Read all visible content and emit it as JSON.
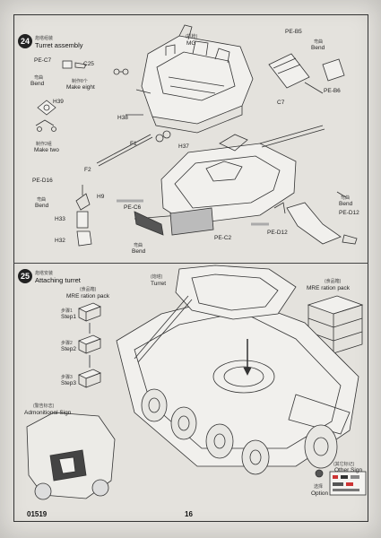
{
  "step24": {
    "number": "24",
    "title_cn": "炮塔组装",
    "title_en": "Turret assembly",
    "labels": {
      "pe_c7": "PE-C7",
      "c25": "C25",
      "bend1_cn": "弯曲",
      "bend1": "Bend",
      "make_eight_cn": "制作8个",
      "make_eight": "Make eight",
      "h39": "H39",
      "make_two_cn": "制作2组",
      "make_two": "Make two",
      "mg_cn": "(机枪)",
      "mg": "MG",
      "h38": "H38",
      "f1": "F1",
      "f2": "F2",
      "h37": "H37",
      "pe_b5": "PE-B5",
      "bend2_cn": "弯曲",
      "bend2": "Bend",
      "c7": "C7",
      "pe_b6": "PE-B6",
      "pe_d16": "PE-D16",
      "bend3_cn": "弯曲",
      "bend3": "Bend",
      "h9": "H9",
      "h33": "H33",
      "h32": "H32",
      "pe_c6": "PE-C6",
      "bend4_cn": "弯曲",
      "bend4": "Bend",
      "pe_c2": "PE-C2",
      "bend5_cn": "弯曲",
      "bend5": "Bend",
      "pe_d12a": "PE-D12",
      "pe_d12b": "PE-D12"
    }
  },
  "step25": {
    "number": "25",
    "title_cn": "炮塔安装",
    "title_en": "Attaching turret",
    "labels": {
      "mre_cn": "(食品箱)",
      "mre": "MRE ration pack",
      "step1_cn": "步骤1",
      "step1": "Step1",
      "step2_cn": "步骤2",
      "step2": "Step2",
      "step3_cn": "步骤3",
      "step3": "Step3",
      "turret_cn": "(炮塔)",
      "turret": "Turret",
      "mre2_cn": "(食品箱)",
      "mre2": "MRE ration pack",
      "admon_cn": "(警告标志)",
      "admon": "Admonitional Sign",
      "other_cn": "(其它标记)",
      "other": "Other Sign",
      "option_cn": "选择",
      "option": "Option"
    }
  },
  "footer": {
    "code": "01519",
    "page": "16"
  }
}
